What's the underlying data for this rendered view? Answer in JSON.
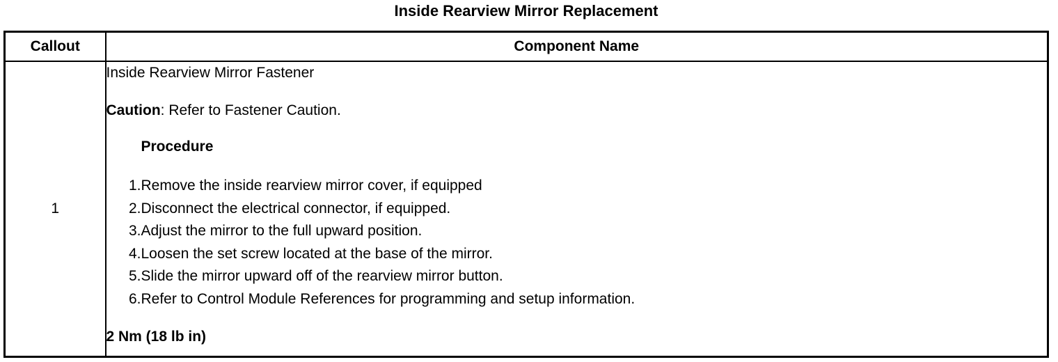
{
  "document": {
    "title": "Inside Rearview Mirror Replacement"
  },
  "table": {
    "headers": {
      "callout": "Callout",
      "component_name": "Component Name"
    },
    "rows": [
      {
        "callout": "1",
        "component_name": "Inside Rearview Mirror Fastener",
        "caution_label": "Caution",
        "caution_text": ": Refer to Fastener Caution.",
        "procedure_title": "Procedure",
        "steps": [
          {
            "num": "1.",
            "text": "Remove the inside rearview mirror cover, if equipped"
          },
          {
            "num": "2.",
            "text": "Disconnect the electrical connector, if equipped."
          },
          {
            "num": "3.",
            "text": "Adjust the mirror to the full upward position."
          },
          {
            "num": "4.",
            "text": "Loosen the set screw located at the base of the mirror."
          },
          {
            "num": "5.",
            "text": "Slide the mirror upward off of the rearview mirror button."
          },
          {
            "num": "6.",
            "text": "Refer to Control Module References for programming and setup information."
          }
        ],
        "torque": "2 Nm (18 lb in)"
      }
    ]
  }
}
